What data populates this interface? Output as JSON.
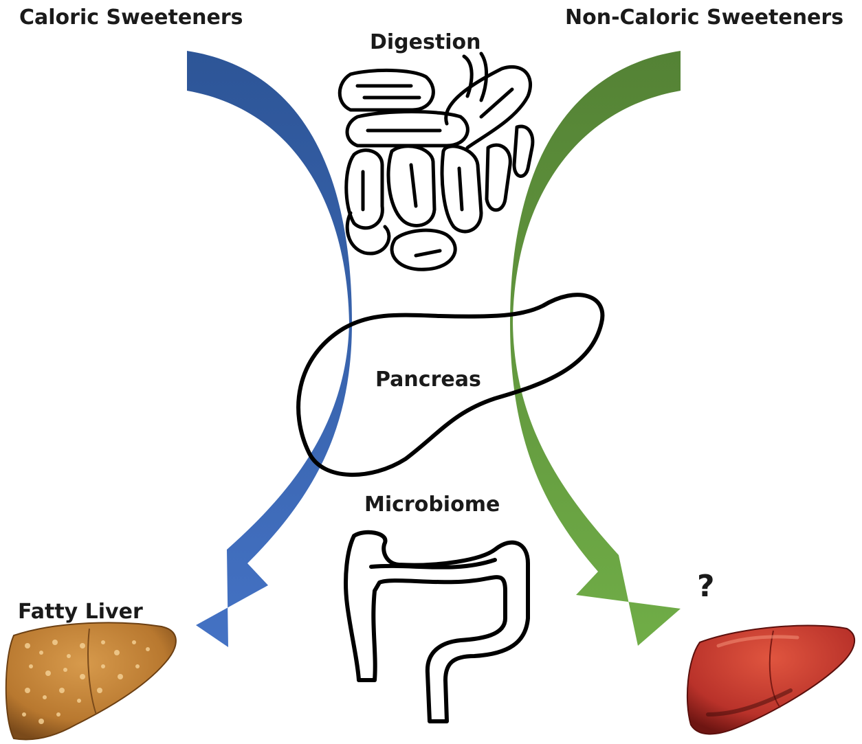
{
  "labels": {
    "caloric_sweeteners": "Caloric Sweeteners",
    "non_caloric_sweeteners": "Non-Caloric Sweeteners",
    "digestion": "Digestion",
    "pancreas": "Pancreas",
    "microbiome": "Microbiome",
    "fatty_liver": "Fatty Liver",
    "unknown_outcome": "?"
  },
  "colors": {
    "caloric_arrow_top": "#2d5597",
    "caloric_arrow_bottom": "#4472c4",
    "non_caloric_arrow_top": "#548235",
    "non_caloric_arrow_bottom": "#70ad47",
    "organ_outline": "#000000",
    "fatty_liver": "#b8782f",
    "healthy_liver": "#b9322a"
  },
  "icons": [
    "intestines-icon",
    "pancreas-icon",
    "colon-icon",
    "fatty-liver-icon",
    "healthy-liver-icon"
  ]
}
